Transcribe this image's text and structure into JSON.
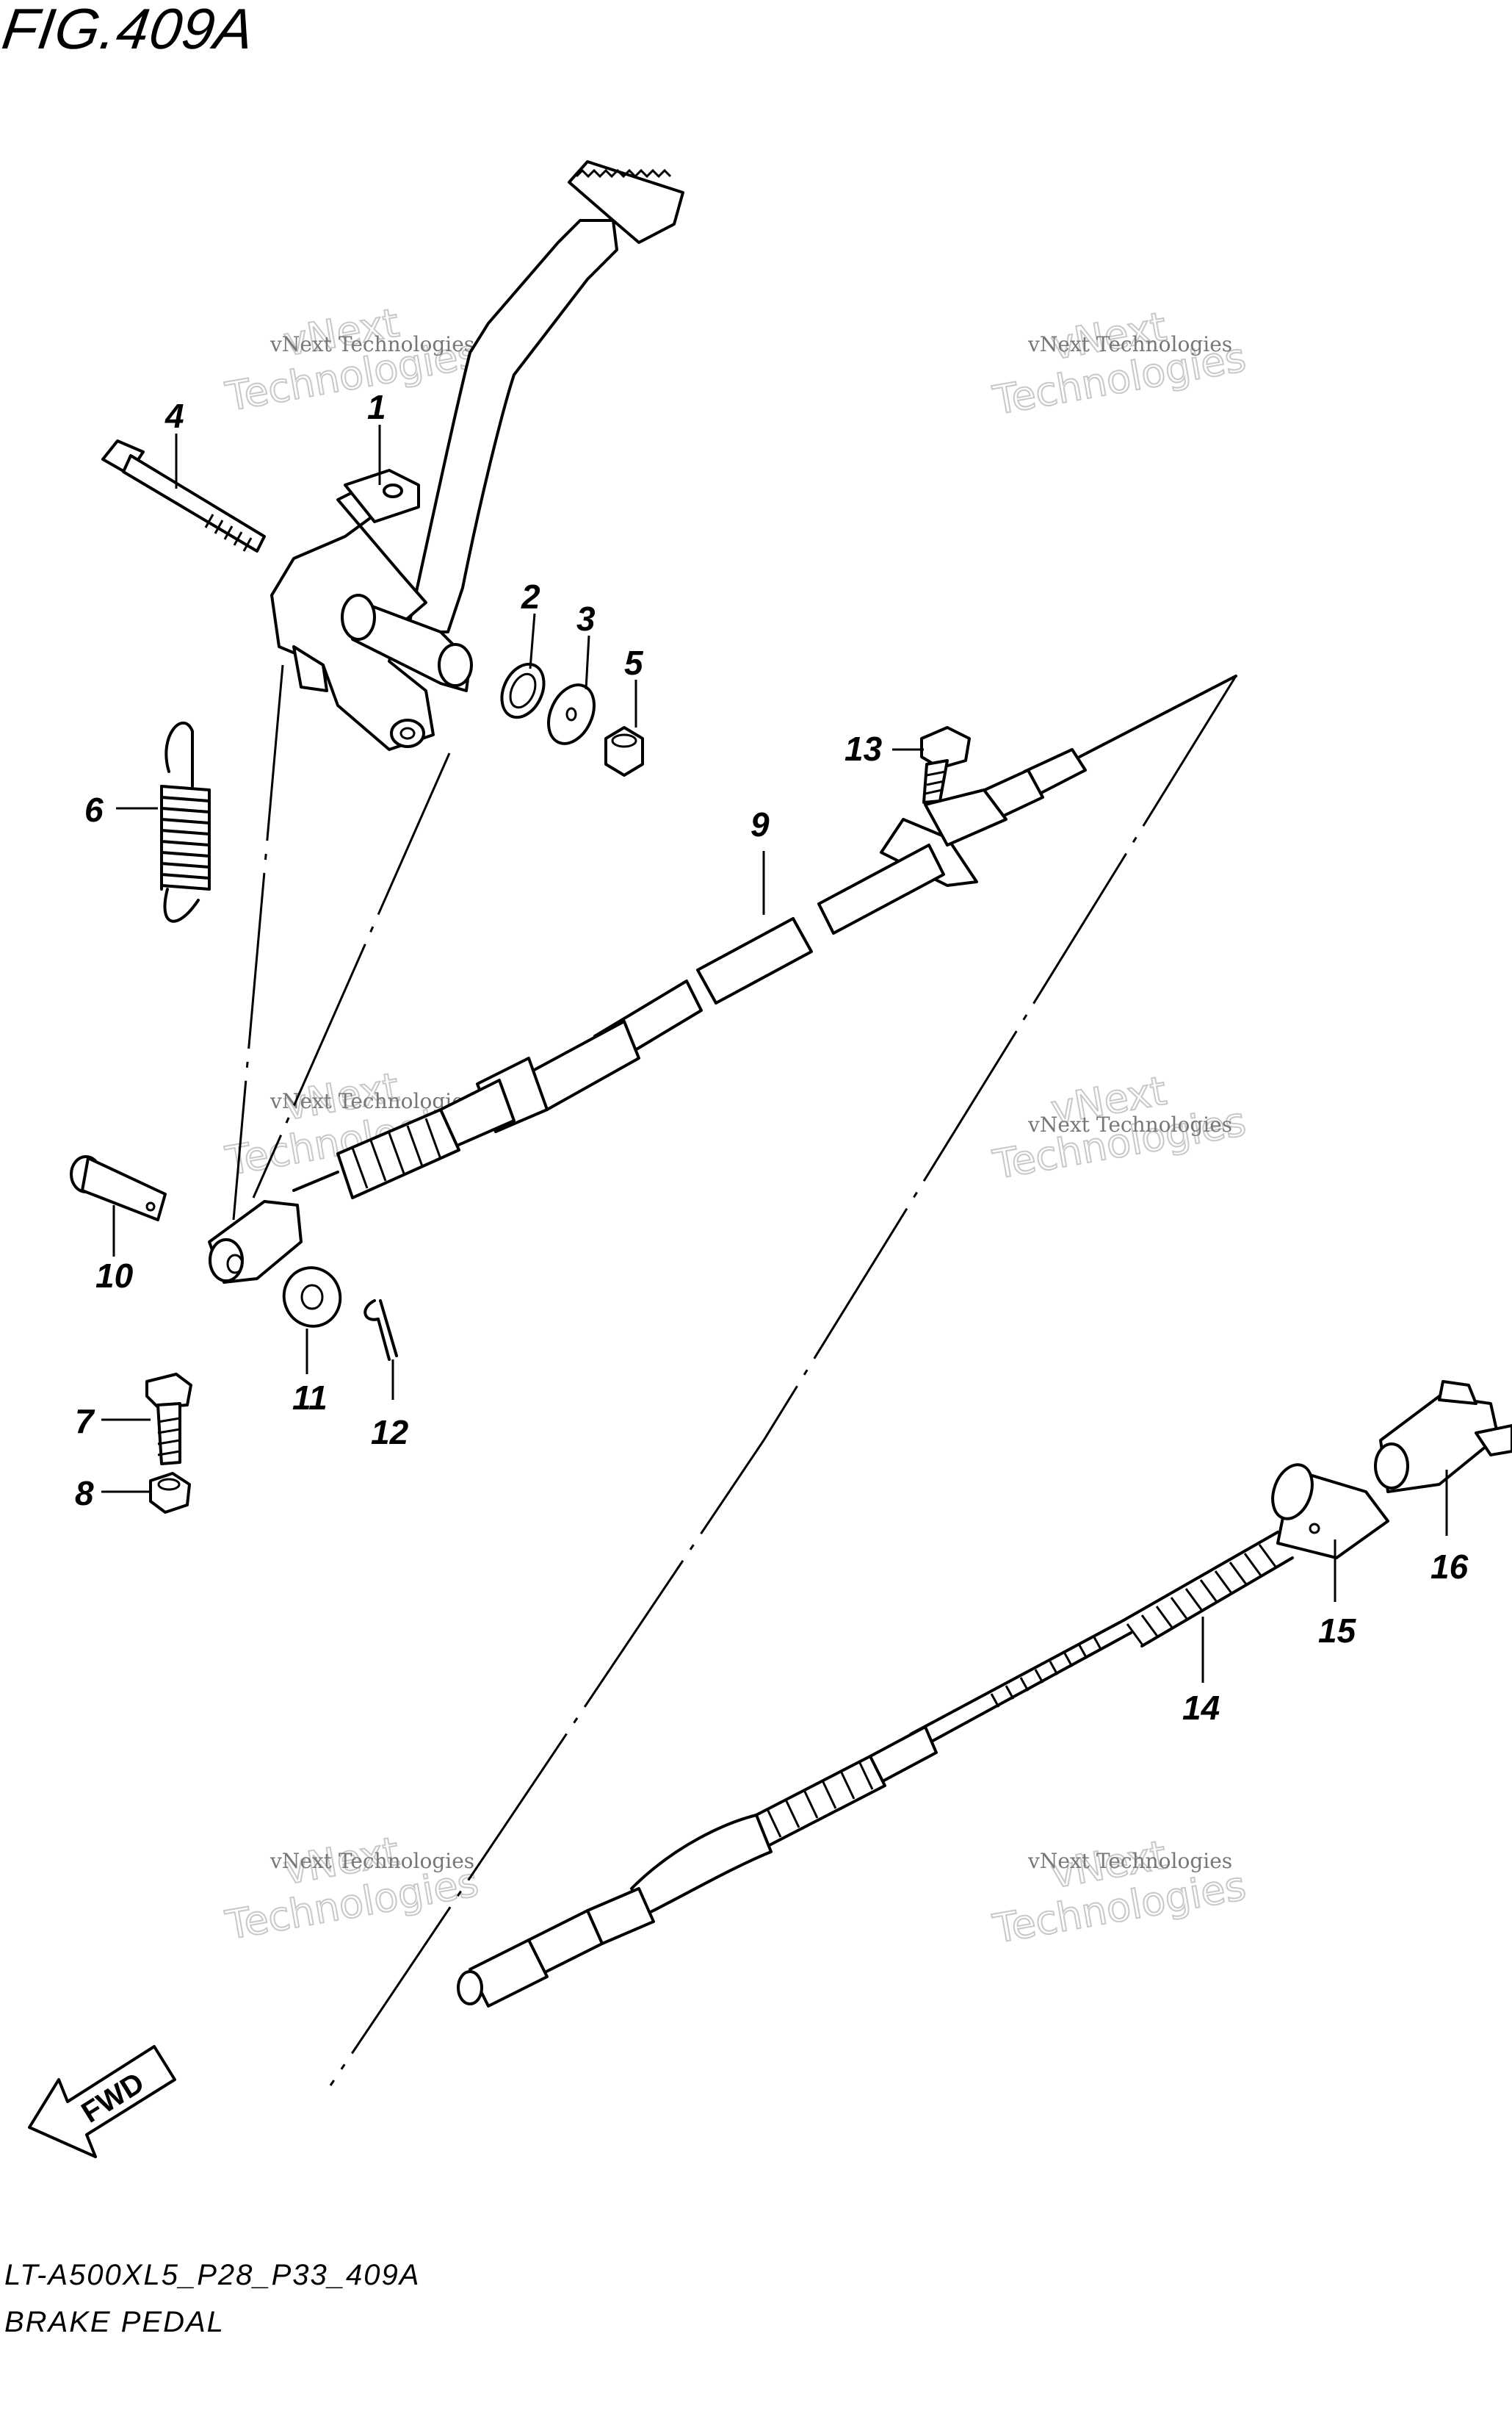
{
  "figure": {
    "title": "FIG.409A",
    "model_code": "LT-A500XL5_P28_P33_409A",
    "caption": "BRAKE PEDAL",
    "direction_label": "FWD"
  },
  "watermark": {
    "line1": "vNext Technologies",
    "line2": "vNext",
    "line3": "Technologies"
  },
  "callouts": [
    "1",
    "2",
    "3",
    "4",
    "5",
    "6",
    "7",
    "8",
    "9",
    "10",
    "11",
    "12",
    "13",
    "14",
    "15",
    "16"
  ]
}
